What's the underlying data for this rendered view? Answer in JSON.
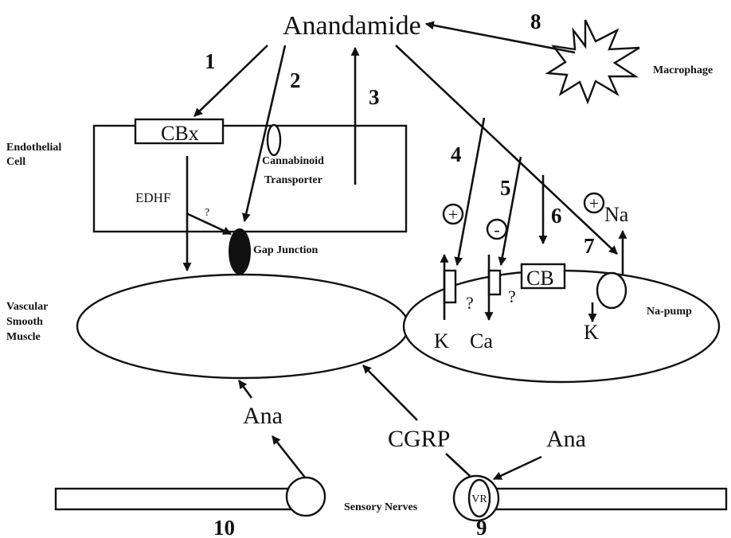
{
  "labels": {
    "anandamide": "Anandamide",
    "macrophage": "Macrophage",
    "endothelial_line1": "Endothelial",
    "endothelial_line2": "Cell",
    "cbx": "CBx",
    "cannabinoid_line1": "Cannabinoid",
    "cannabinoid_line2": "Transporter",
    "edhf": "EDHF",
    "question": "?",
    "gap_junction": "Gap Junction",
    "vascular_line1": "Vascular",
    "vascular_line2": "Smooth",
    "vascular_line3": "Muscle",
    "cb": "CB",
    "plus": "+",
    "minus": "-",
    "na": "Na",
    "na_pump": "Na-pump",
    "k": "K",
    "ca": "Ca",
    "ana": "Ana",
    "cgrp": "CGRP",
    "vr": "VR",
    "sensory_nerves": "Sensory Nerves"
  },
  "numbers": {
    "n1": "1",
    "n2": "2",
    "n3": "3",
    "n4": "4",
    "n5": "5",
    "n6": "6",
    "n7": "7",
    "n8": "8",
    "n9": "9",
    "n10": "10"
  }
}
